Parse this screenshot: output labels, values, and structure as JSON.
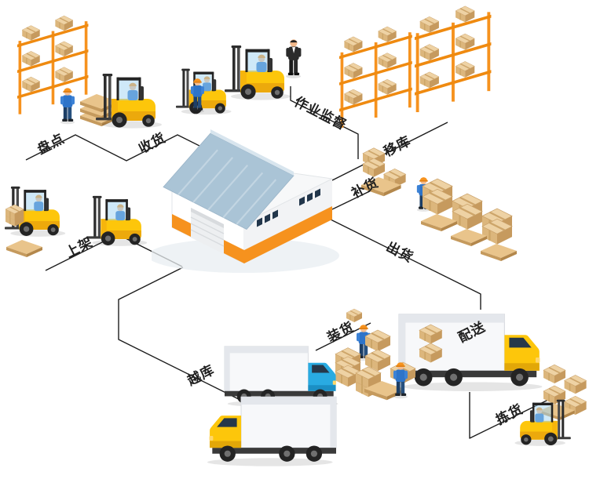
{
  "diagram": {
    "type": "isometric-warehouse-workflow",
    "nodes": {
      "stocktaking": "盘点",
      "receiving": "收货",
      "supervision": "作业监督",
      "relocation": "移库",
      "replenishment": "补货",
      "putaway": "上架",
      "outbound": "出货",
      "loading": "装货",
      "delivery": "配送",
      "crossdock": "越库",
      "picking": "拣货"
    },
    "colors": {
      "line": "#1c1c1c",
      "label_text": "#1f1f1f",
      "accent_orange": "#f6921e",
      "roof_blue": "#aac4d6",
      "carton_tan": "#e3bc80",
      "forklift_yellow": "#fdc60b",
      "truck_blue": "#29abe2",
      "worker_blue": "#2e74c9"
    }
  }
}
